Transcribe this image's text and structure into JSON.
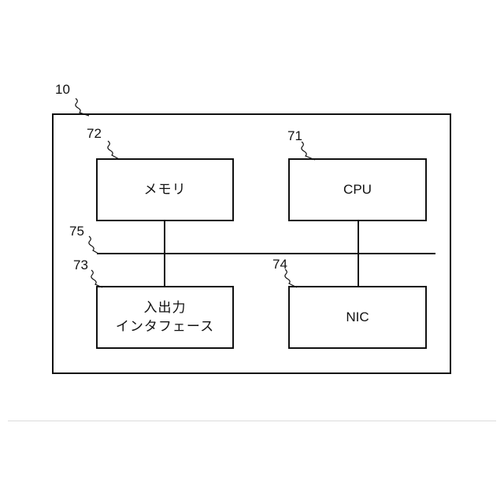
{
  "refs": {
    "device": "10",
    "cpu": "71",
    "memory": "72",
    "io": "73",
    "nic": "74",
    "bus": "75"
  },
  "blocks": {
    "memory": "メモリ",
    "cpu": "CPU",
    "io_line1": "入出力",
    "io_line2": "インタフェース",
    "nic": "NIC"
  }
}
